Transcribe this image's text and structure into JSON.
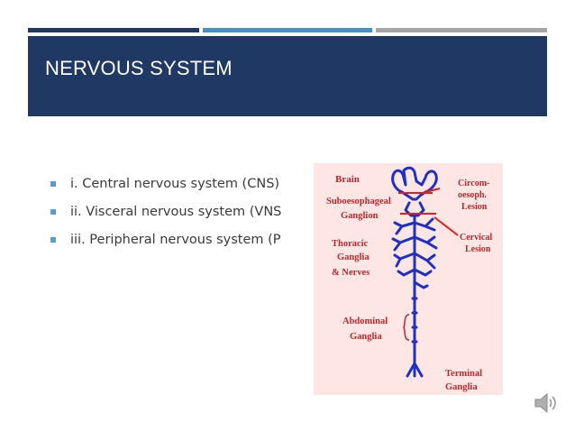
{
  "colors": {
    "bar1": "#1f3864",
    "bar2": "#4a90c8",
    "bar3": "#a6a6a6",
    "title_band": "#1f3864",
    "bullet": "#5b9bd5",
    "figure_bg": "#fde6e4",
    "figure_text": "#c0272d",
    "figure_nerve": "#1f30c9",
    "figure_lesion_line": "#e02020"
  },
  "slide": {
    "title": "NERVOUS SYSTEM",
    "bullets": [
      "i. Central nervous system (CNS)",
      "ii. Visceral nervous system (VNS",
      "iii. Peripheral nervous system (P"
    ]
  },
  "figure": {
    "labels": {
      "brain": "Brain",
      "suboesophageal_1": "Suboesophageal",
      "suboesophageal_2": "Ganglion",
      "thoracic_1": "Thoracic",
      "thoracic_2": "Ganglia",
      "thoracic_3": "& Nerves",
      "abdominal_1": "Abdominal",
      "abdominal_2": "Ganglia",
      "circo_1": "Circom-",
      "circo_2": "oesoph.",
      "circo_3": "Lesion",
      "cervical_1": "Cervical",
      "cervical_2": "Lesion",
      "terminal_1": "Terminal",
      "terminal_2": "Ganglia"
    }
  },
  "icons": {
    "speaker": "speaker-icon"
  }
}
